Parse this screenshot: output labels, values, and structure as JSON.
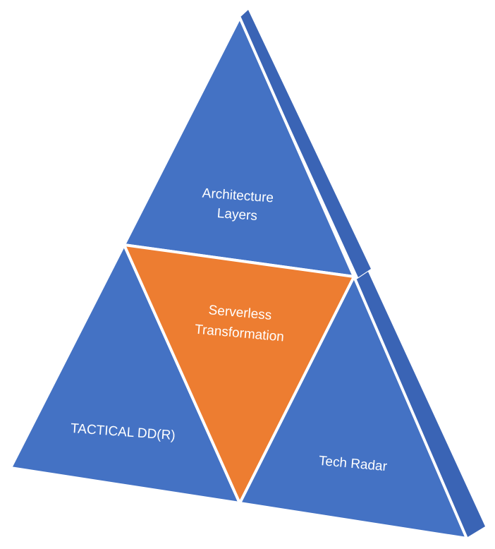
{
  "diagram": {
    "top_triangle": {
      "line1": "Architecture",
      "line2": "Layers"
    },
    "center_triangle": {
      "line1": "Serverless",
      "line2": "Transformation"
    },
    "left_triangle": {
      "label": "TACTICAL DD(R)"
    },
    "right_triangle": {
      "label": "Tech Radar"
    },
    "colors": {
      "blue_face": "#4472C4",
      "blue_side": "#3A64B5",
      "orange": "#ED7D31",
      "edge": "#ffffff"
    }
  }
}
